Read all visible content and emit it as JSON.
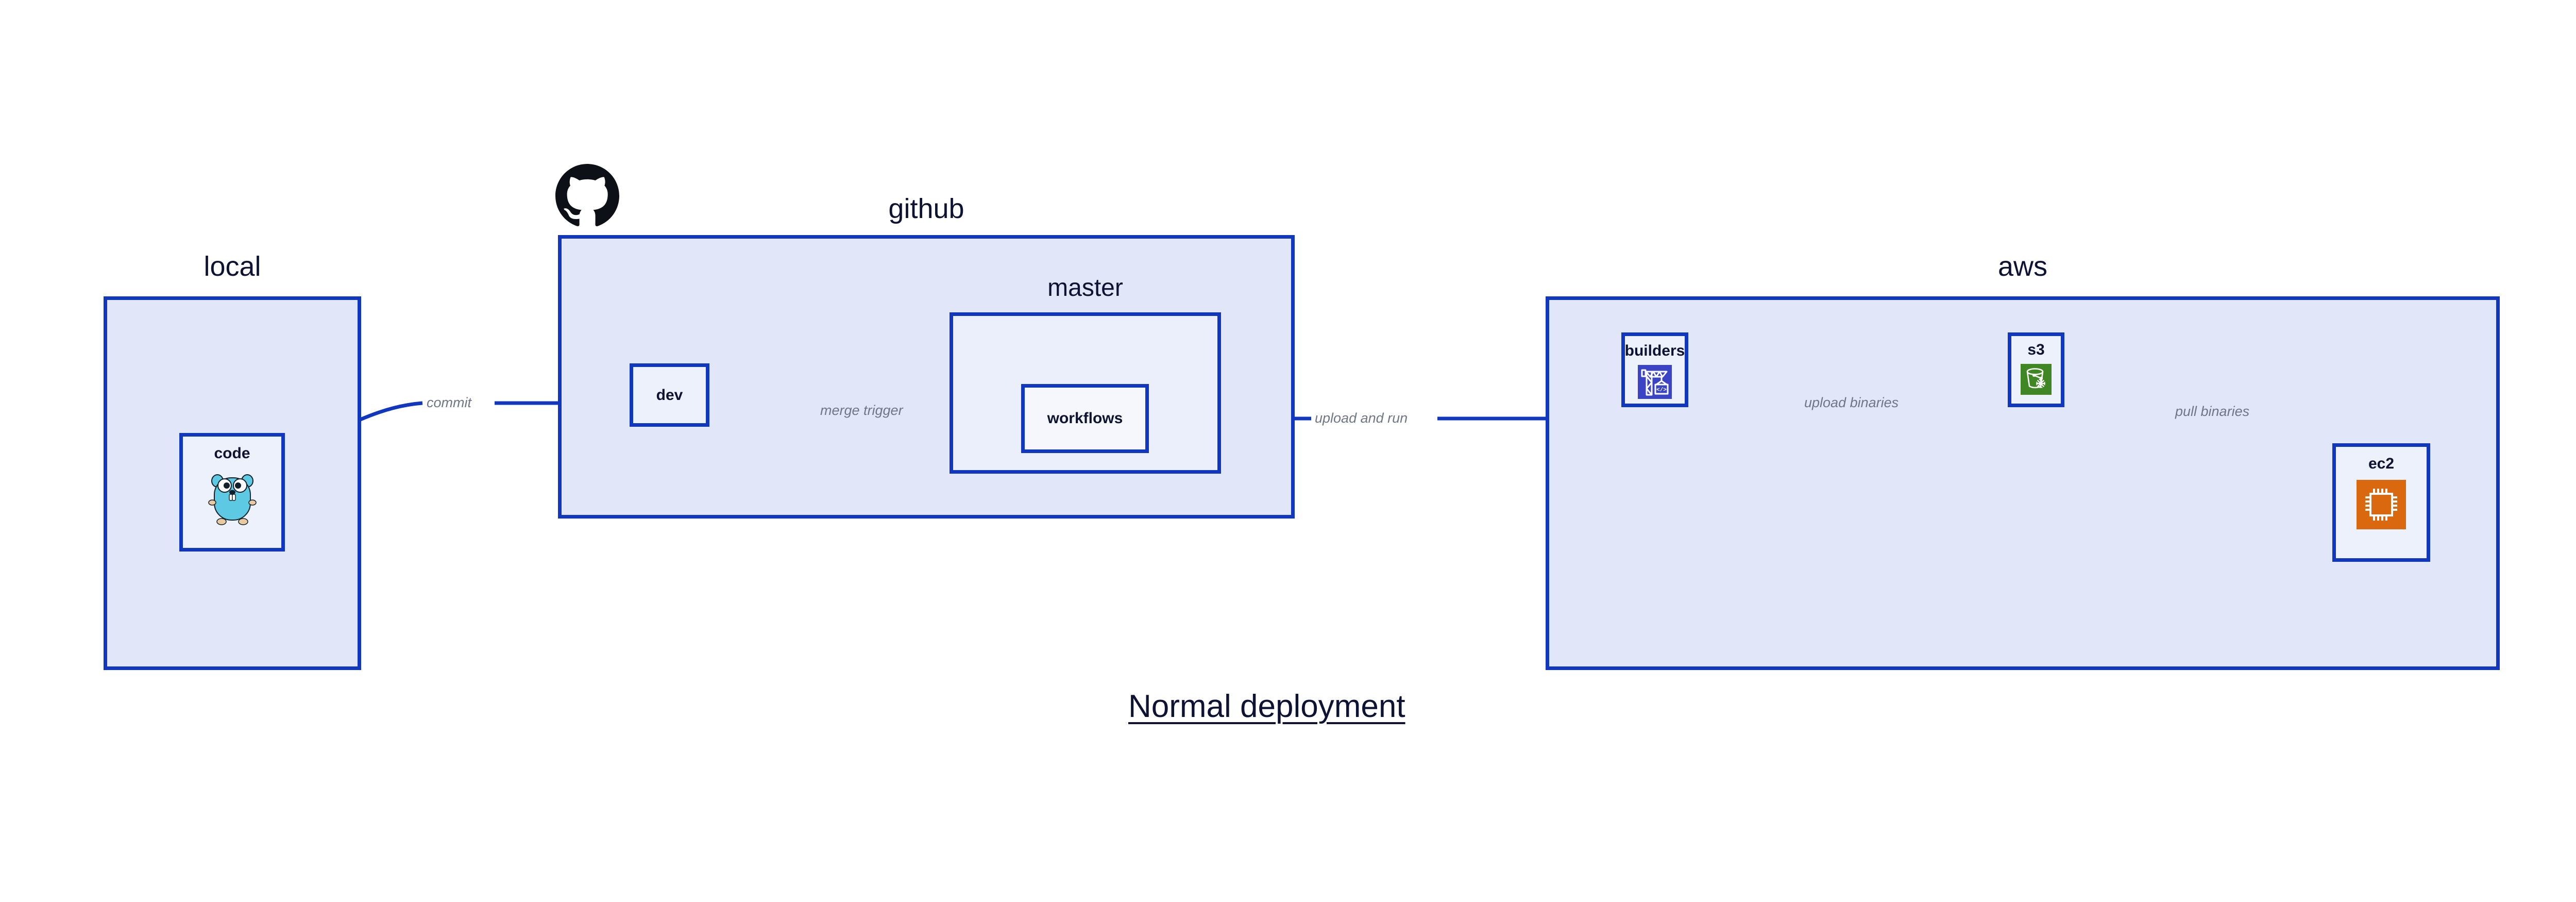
{
  "diagram": {
    "title": "Normal deployment",
    "background_color": "#ffffff",
    "accent_color": "#1137BE",
    "group_fill": "#E1E7F9",
    "inner_group_fill": "#EBEFFB",
    "node_fill": "#EDF1FC",
    "label_color": "#0E1333",
    "edge_label_color": "#6F7685"
  },
  "groups": {
    "local": {
      "label": "local",
      "nodes": {
        "code": {
          "label": "code",
          "icon": "go-gopher-icon"
        }
      }
    },
    "github": {
      "label": "github",
      "logo": "github-octocat-icon",
      "nodes": {
        "dev": {
          "label": "dev"
        }
      },
      "inner": {
        "master": {
          "label": "master",
          "nodes": {
            "workflows": {
              "label": "workflows"
            }
          }
        }
      }
    },
    "aws": {
      "label": "aws",
      "nodes": {
        "builders": {
          "label": "builders",
          "icon": "crane-code-icon",
          "icon_color": "#3A44C4"
        },
        "s3": {
          "label": "s3",
          "icon": "s3-bucket-icon",
          "icon_color": "#3F8624"
        },
        "ec2": {
          "label": "ec2",
          "icon": "cpu-chip-icon",
          "icon_color": "#D9680E"
        }
      }
    }
  },
  "edges": [
    {
      "id": "commit",
      "label": "commit",
      "from": "code",
      "to": "dev"
    },
    {
      "id": "merge-trigger",
      "label": "merge trigger",
      "from": "dev",
      "to": "workflows"
    },
    {
      "id": "upload-and-run",
      "label": "upload and run",
      "from": "workflows",
      "to": "builders"
    },
    {
      "id": "upload-binaries",
      "label": "upload binaries",
      "from": "builders",
      "to": "s3"
    },
    {
      "id": "pull-binaries",
      "label": "pull binaries",
      "from": "s3",
      "to": "ec2"
    }
  ]
}
